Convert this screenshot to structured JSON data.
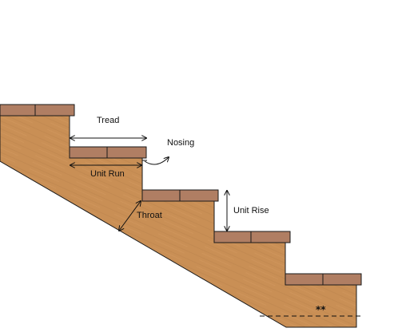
{
  "diagram": {
    "labels": {
      "tread": "Tread",
      "nosing": "Nosing",
      "unit_run": "Unit Run",
      "unit_rise": "Unit Rise",
      "throat": "Throat",
      "footnote_marker": "**"
    },
    "steps": 5,
    "colors": {
      "stringer": "#c98f55",
      "grain": "#b37a44",
      "tread": "#b07e63",
      "outline": "#1a1a1a",
      "background": "#ffffff"
    }
  }
}
